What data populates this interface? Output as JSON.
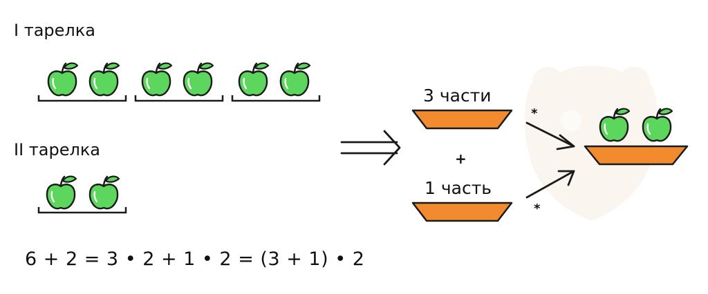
{
  "plate1": {
    "label": "I тарелка",
    "groups": 3,
    "apples_per_group": 2
  },
  "plate2": {
    "label": "II тарелка",
    "groups": 1,
    "apples_per_group": 2
  },
  "equation": "6 + 2 = 3 • 2 + 1 • 2 = (3 + 1) • 2",
  "top_bowl": {
    "label": "3 части"
  },
  "bottom_bowl": {
    "label": "1 часть"
  },
  "plus": "+",
  "arrow_marks": [
    "*",
    "*"
  ],
  "result_plate": {
    "apples": 2
  },
  "colors": {
    "apple": "#5cd65c",
    "apple_dark": "#1a1a1a",
    "leaf": "#5cd65c",
    "bowl": "#f28a2e",
    "watermark": "#f7ede3"
  },
  "icons": [
    "apple-icon",
    "double-arrow-icon",
    "arrow-icon",
    "bowl-icon",
    "bracket-icon"
  ]
}
